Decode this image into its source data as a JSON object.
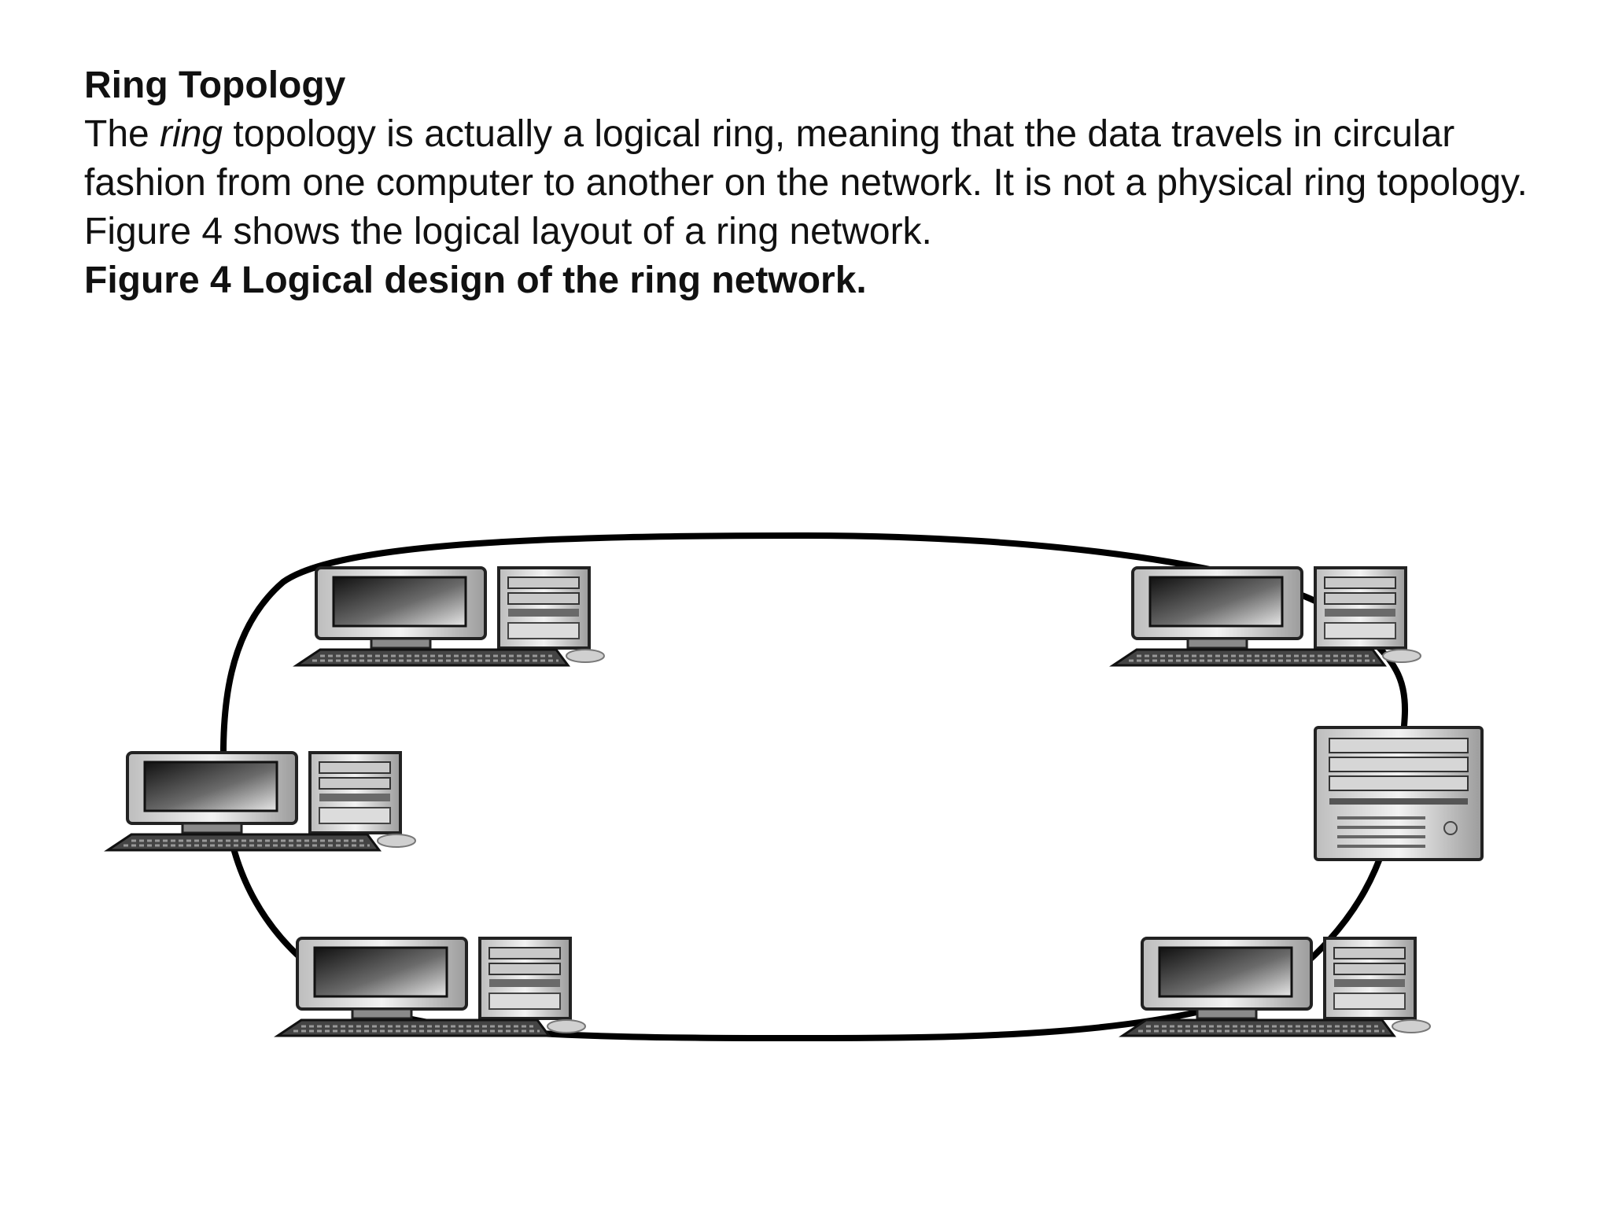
{
  "slide": {
    "heading": "Ring Topology",
    "paragraph": {
      "part1": "The ",
      "emphasis": "ring",
      "part2": " topology is actually a logical ring, meaning that the data travels in circular fashion from one computer to another on the network. It is not a physical ring topology. Figure 4 shows the logical layout of a ring network."
    },
    "caption": "Figure 4 Logical design of the ring network."
  },
  "diagram": {
    "nodes": [
      {
        "id": "top-left",
        "type": "desktop-computer"
      },
      {
        "id": "top-right",
        "type": "desktop-computer"
      },
      {
        "id": "left",
        "type": "desktop-computer"
      },
      {
        "id": "right",
        "type": "tower-server"
      },
      {
        "id": "bottom-left",
        "type": "desktop-computer"
      },
      {
        "id": "bottom-right",
        "type": "desktop-computer"
      }
    ],
    "colors": {
      "ring": "#000000",
      "device_body": "#d9d9d9",
      "screen": "#2a2a2a"
    }
  }
}
